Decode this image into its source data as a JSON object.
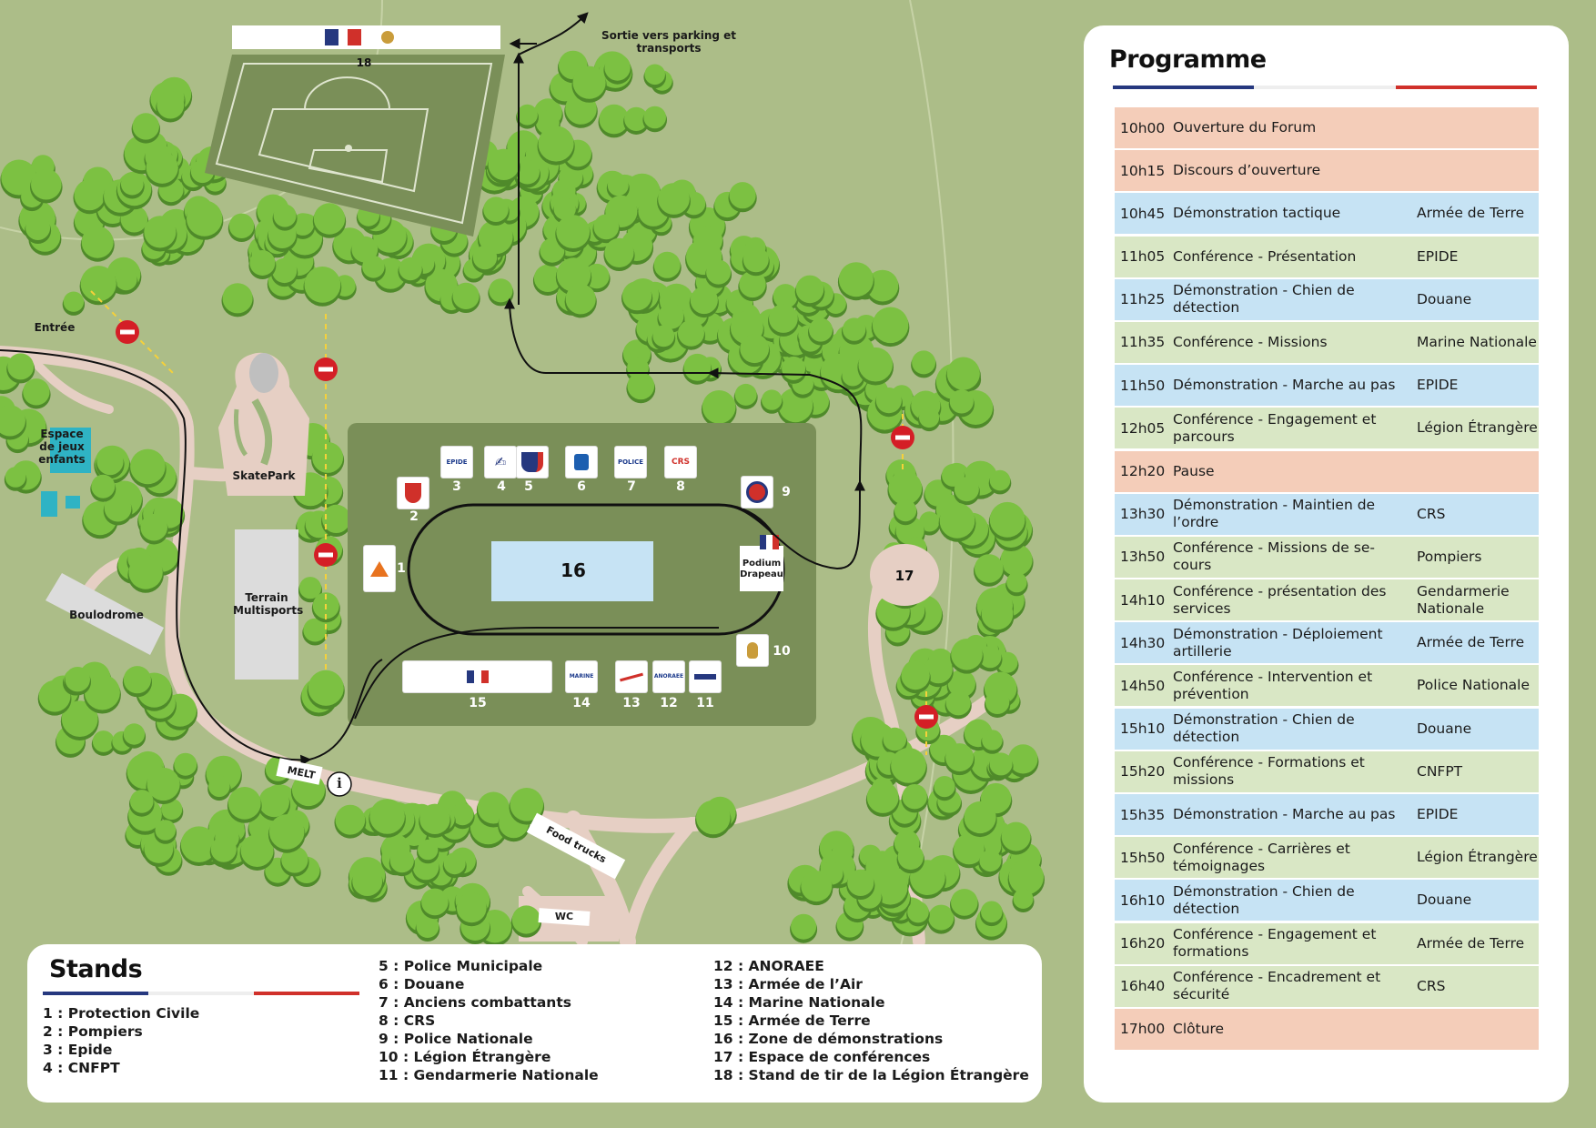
{
  "colors": {
    "grass": "#acbd88",
    "field": "#7a8f58",
    "path": "#e6cfc4",
    "tree": "#7cc142",
    "blue": "#26387f",
    "red": "#d0302a",
    "row_pink": "#f4cdb9",
    "row_blue": "#c6e3f4",
    "row_green": "#d9e7c5",
    "forbidden": "#d41e26"
  },
  "map": {
    "exit_label": "Sortie vers parking et transports",
    "entree": "Entrée",
    "espace_jeux": "Espace de jeux enfants",
    "skatepark": "SkatePark",
    "terrain": "Terrain Multisports",
    "boulodrome": "Boulodrome",
    "zone_16": "16",
    "podium": "Podium Drapeau",
    "zone_17": "17",
    "melt": "MELT",
    "info_icon": "i",
    "food_trucks": "Food trucks",
    "wc": "WC",
    "stand_18": "18",
    "stand_numbers": {
      "n1": "1",
      "n2": "2",
      "n3": "3",
      "n4": "4",
      "n5": "5",
      "n6": "6",
      "n7": "7",
      "n8": "8",
      "n9": "9",
      "n10": "10",
      "n11": "11",
      "n12": "12",
      "n13": "13",
      "n14": "14",
      "n15": "15"
    },
    "logo_texts": {
      "epide": "EPIDE",
      "police": "POLICE",
      "crs": "CRS",
      "marine": "MARINE",
      "anoraee": "ANORAEE"
    }
  },
  "programme": {
    "title": "Programme",
    "rows": [
      {
        "time": "10h00",
        "activity": "Ouverture du Forum",
        "who": "",
        "color": "pink"
      },
      {
        "time": "10h15",
        "activity": "Discours d’ouverture",
        "who": "",
        "color": "pink"
      },
      {
        "time": "10h45",
        "activity": "Démonstration tactique",
        "who": "Armée de Terre",
        "color": "blue"
      },
      {
        "time": "11h05",
        "activity": "Conférence - Présentation",
        "who": "EPIDE",
        "color": "green"
      },
      {
        "time": "11h25",
        "activity": "Démonstration - Chien de détection",
        "who": "Douane",
        "color": "blue"
      },
      {
        "time": "11h35",
        "activity": "Conférence - Missions",
        "who": "Marine Nationale",
        "color": "green"
      },
      {
        "time": "11h50",
        "activity": "Démonstration - Marche au pas",
        "who": "EPIDE",
        "color": "blue"
      },
      {
        "time": "12h05",
        "activity": "Conférence - Engagement et parcours",
        "who": "Légion Étrangère",
        "color": "green"
      },
      {
        "time": "12h20",
        "activity": "Pause",
        "who": "",
        "color": "pink"
      },
      {
        "time": "13h30",
        "activity": "Démonstration - Maintien de l’ordre",
        "who": "CRS",
        "color": "blue"
      },
      {
        "time": "13h50",
        "activity": "Conférence - Missions de se-cours",
        "who": "Pompiers",
        "color": "green"
      },
      {
        "time": "14h10",
        "activity": "Conférence - présentation des services",
        "who": "Gendarmerie Nationale",
        "color": "green"
      },
      {
        "time": "14h30",
        "activity": "Démonstration - Déploiement artillerie",
        "who": "Armée de Terre",
        "color": "blue"
      },
      {
        "time": "14h50",
        "activity": "Conférence - Intervention et prévention",
        "who": "Police Nationale",
        "color": "green"
      },
      {
        "time": "15h10",
        "activity": "Démonstration - Chien de détection",
        "who": "Douane",
        "color": "blue"
      },
      {
        "time": "15h20",
        "activity": "Conférence - Formations et missions",
        "who": "CNFPT",
        "color": "green"
      },
      {
        "time": "15h35",
        "activity": "Démonstration - Marche au pas",
        "who": "EPIDE",
        "color": "blue"
      },
      {
        "time": "15h50",
        "activity": "Conférence - Carrières et témoignages",
        "who": "Légion Étrangère",
        "color": "green"
      },
      {
        "time": "16h10",
        "activity": "Démonstration - Chien de détection",
        "who": "Douane",
        "color": "blue"
      },
      {
        "time": "16h20",
        "activity": "Conférence - Engagement et formations",
        "who": "Armée de Terre",
        "color": "green"
      },
      {
        "time": "16h40",
        "activity": "Conférence - Encadrement et sécurité",
        "who": "CRS",
        "color": "green"
      },
      {
        "time": "17h00",
        "activity": "Clôture",
        "who": "",
        "color": "pink"
      }
    ]
  },
  "stands": {
    "title": "Stands",
    "col1": [
      "1 : Protection Civile",
      "2 : Pompiers",
      "3 : Epide",
      "4 : CNFPT"
    ],
    "col2": [
      "5 : Police Municipale",
      "6 : Douane",
      "7 : Anciens combattants",
      "8 : CRS",
      "9 : Police Nationale",
      "10 : Légion Étrangère",
      "11 : Gendarmerie Nationale"
    ],
    "col3": [
      "12 : ANORAEE",
      "13 : Armée de l’Air",
      "14 : Marine Nationale",
      "15 : Armée de Terre",
      "16 : Zone de démonstrations",
      "17 : Espace de conférences",
      "18 : Stand de tir de la Légion Étrangère"
    ]
  }
}
